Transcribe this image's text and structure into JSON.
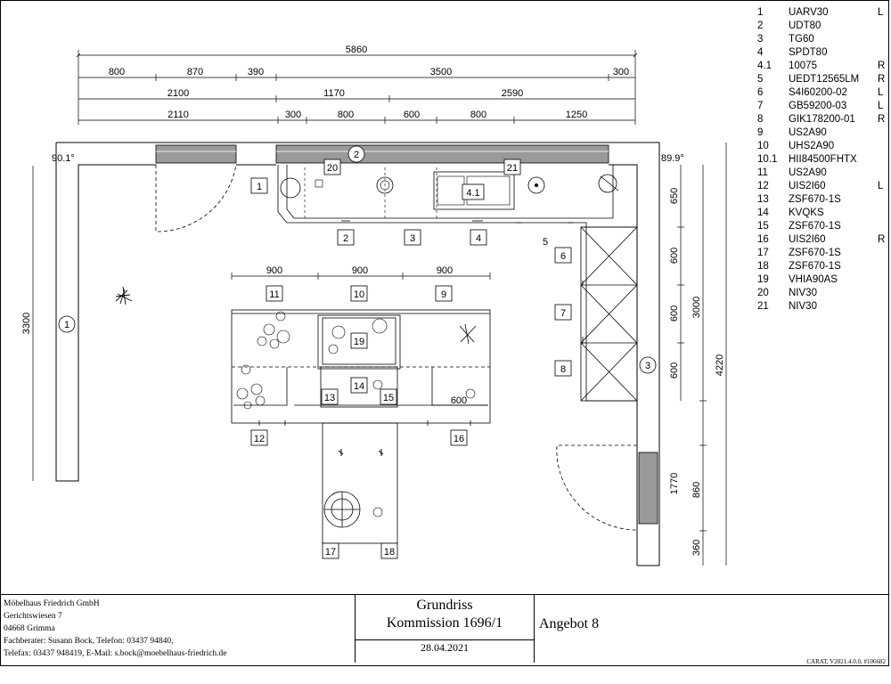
{
  "dimensions": {
    "total": "5860",
    "row1": [
      "800",
      "870",
      "390",
      "3500",
      "300"
    ],
    "row2": [
      "2100",
      "1170",
      "2590"
    ],
    "row3": [
      "2110",
      "300",
      "800",
      "600",
      "800",
      "1250"
    ],
    "island": [
      "900",
      "900",
      "900"
    ],
    "island_sink": "600",
    "right_a": [
      "650",
      "600",
      "600",
      "600"
    ],
    "right_b": [
      "3000",
      "1770",
      "860",
      "360"
    ],
    "right_c": "4220",
    "left_wall": "3300",
    "angle_left": "90.1°",
    "angle_right": "89.9°"
  },
  "walls": {
    "w1": "1",
    "w2": "2",
    "w3": "3"
  },
  "positions": [
    "1",
    "2",
    "3",
    "4",
    "4.1",
    "5",
    "6",
    "7",
    "8",
    "9",
    "10",
    "11",
    "12",
    "13",
    "14",
    "15",
    "16",
    "17",
    "18",
    "19",
    "20",
    "21"
  ],
  "legend": [
    {
      "num": "1",
      "code": "UARV30",
      "side": "L"
    },
    {
      "num": "2",
      "code": "UDT80",
      "side": ""
    },
    {
      "num": "3",
      "code": "TG60",
      "side": ""
    },
    {
      "num": "4",
      "code": "SPDT80",
      "side": ""
    },
    {
      "num": "4.1",
      "code": "10075",
      "side": "R"
    },
    {
      "num": "5",
      "code": "UEDT12565LM",
      "side": "R"
    },
    {
      "num": "6",
      "code": "S4I60200-02",
      "side": "L"
    },
    {
      "num": "7",
      "code": "GB59200-03",
      "side": "L"
    },
    {
      "num": "8",
      "code": "GIK178200-01",
      "side": "R"
    },
    {
      "num": "9",
      "code": "US2A90",
      "side": ""
    },
    {
      "num": "10",
      "code": "UHS2A90",
      "side": ""
    },
    {
      "num": "10.1",
      "code": "HII84500FHTX",
      "side": ""
    },
    {
      "num": "11",
      "code": "US2A90",
      "side": ""
    },
    {
      "num": "12",
      "code": "UIS2I60",
      "side": "L"
    },
    {
      "num": "13",
      "code": "ZSF670-1S",
      "side": ""
    },
    {
      "num": "14",
      "code": "KVQKS",
      "side": ""
    },
    {
      "num": "15",
      "code": "ZSF670-1S",
      "side": ""
    },
    {
      "num": "16",
      "code": "UIS2I60",
      "side": "R"
    },
    {
      "num": "17",
      "code": "ZSF670-1S",
      "side": ""
    },
    {
      "num": "18",
      "code": "ZSF670-1S",
      "side": ""
    },
    {
      "num": "19",
      "code": "VHIA90AS",
      "side": ""
    },
    {
      "num": "20",
      "code": "NIV30",
      "side": ""
    },
    {
      "num": "21",
      "code": "NIV30",
      "side": ""
    }
  ],
  "company": {
    "name": "Möbelhaus Friedrich GmbH",
    "street": "Gerichtswiesen 7",
    "city": "04668 Grimma",
    "advisor": "Fachberater: Susann Bock, Telefon: 03437 94840,",
    "contact": "Telefax: 03437 948419, E-Mail: s.bock@moebelhaus-friedrich.de"
  },
  "title": "Grundriss",
  "commission": "Kommission 1696/1",
  "date": "28.04.2021",
  "offer": "Angebot 8",
  "version": "CARAT, V2021.4.0.0, #106682"
}
